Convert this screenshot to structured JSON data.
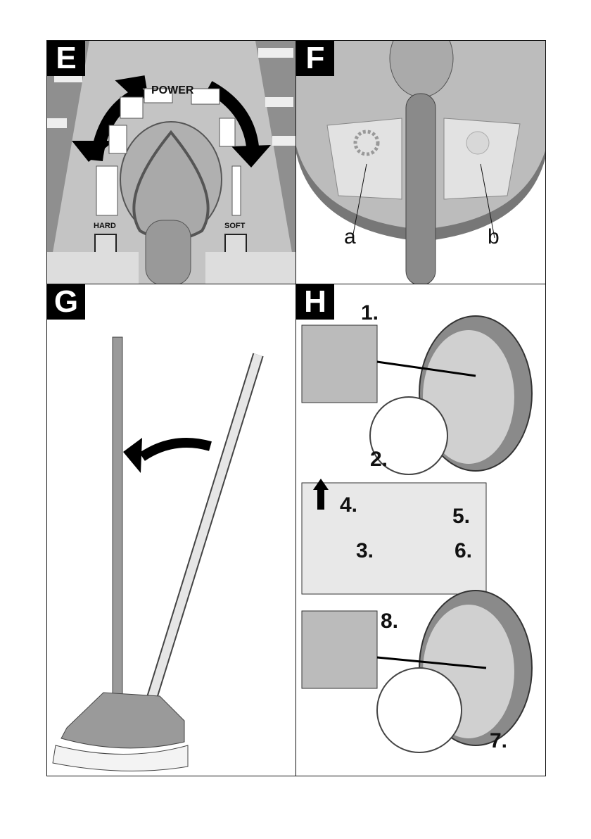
{
  "panels": {
    "E": {
      "badge": "E",
      "power_label": "POWER",
      "hard_label": "HARD",
      "soft_label": "SOFT"
    },
    "F": {
      "badge": "F",
      "callout_a": "a",
      "callout_b": "b"
    },
    "G": {
      "badge": "G"
    },
    "H": {
      "badge": "H",
      "steps": [
        "1.",
        "2.",
        "3.",
        "4.",
        "5.",
        "6.",
        "7.",
        "8."
      ]
    }
  },
  "colors": {
    "body": "#b9b9b9",
    "light": "#dcdcdc",
    "dark": "#6e6e6e",
    "arrow": "#000000"
  }
}
